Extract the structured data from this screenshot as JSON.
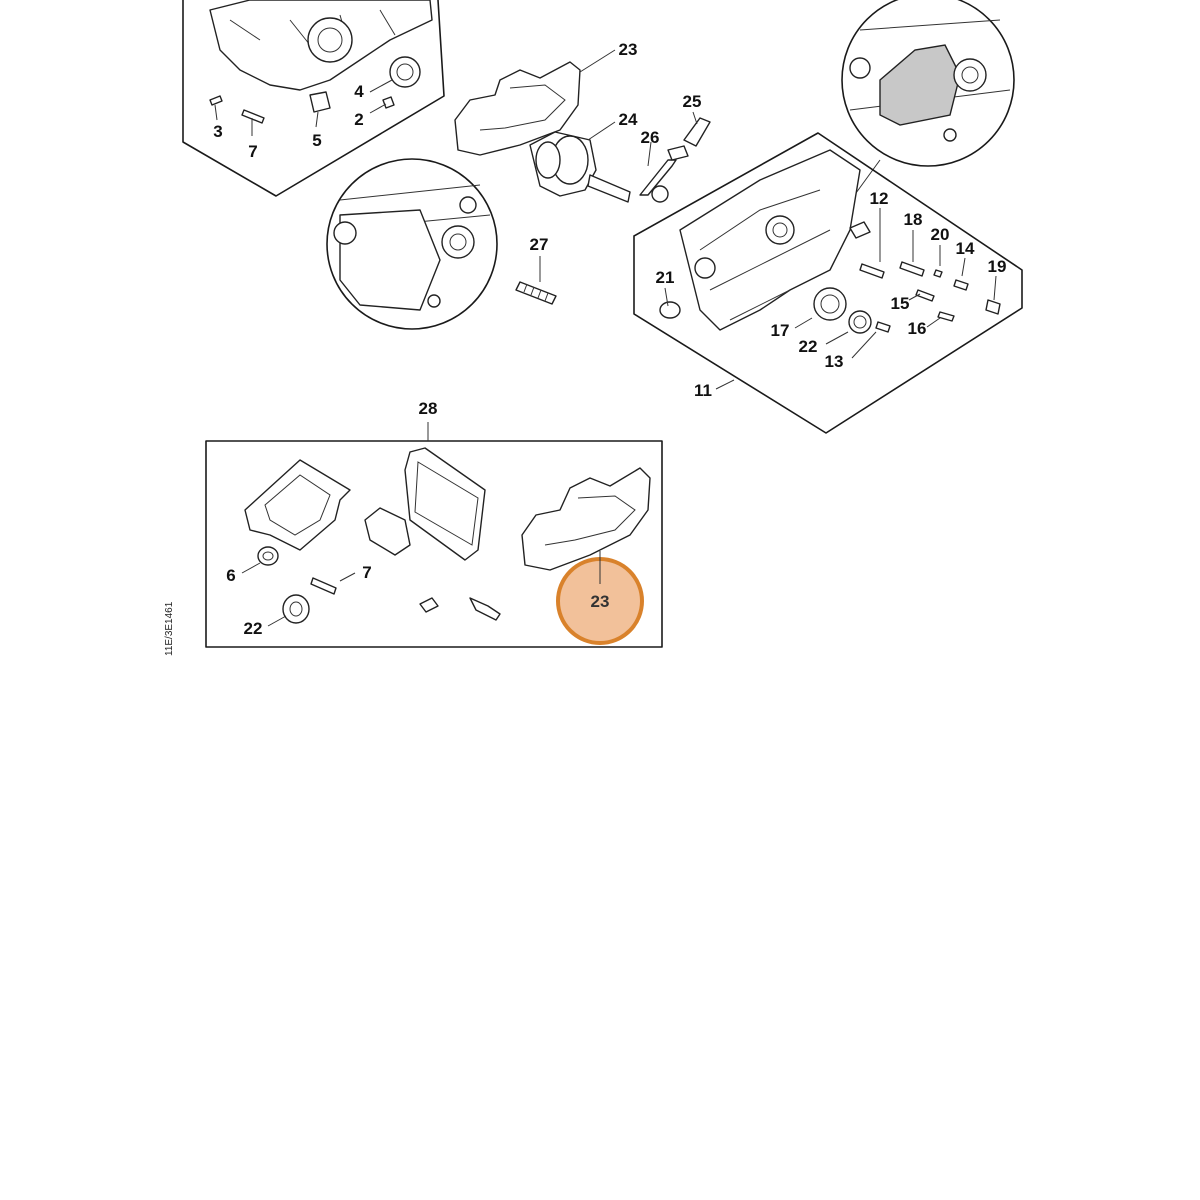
{
  "diagram": {
    "labels": {
      "p2": "2",
      "p3": "3",
      "p4": "4",
      "p5": "5",
      "p6": "6",
      "p7": "7",
      "p7b": "7",
      "p11": "11",
      "p12": "12",
      "p13": "13",
      "p14": "14",
      "p15": "15",
      "p16": "16",
      "p17": "17",
      "p18": "18",
      "p19": "19",
      "p20": "20",
      "p21": "21",
      "p22a": "22",
      "p22b": "22",
      "p23a": "23",
      "p23b": "23",
      "p24": "24",
      "p25": "25",
      "p26": "26",
      "p27": "27",
      "p28": "28"
    },
    "highlight": {
      "label": "23",
      "color": "#f2c19a",
      "ring": "#d9822b"
    },
    "side_code": "11E/3E1461"
  }
}
